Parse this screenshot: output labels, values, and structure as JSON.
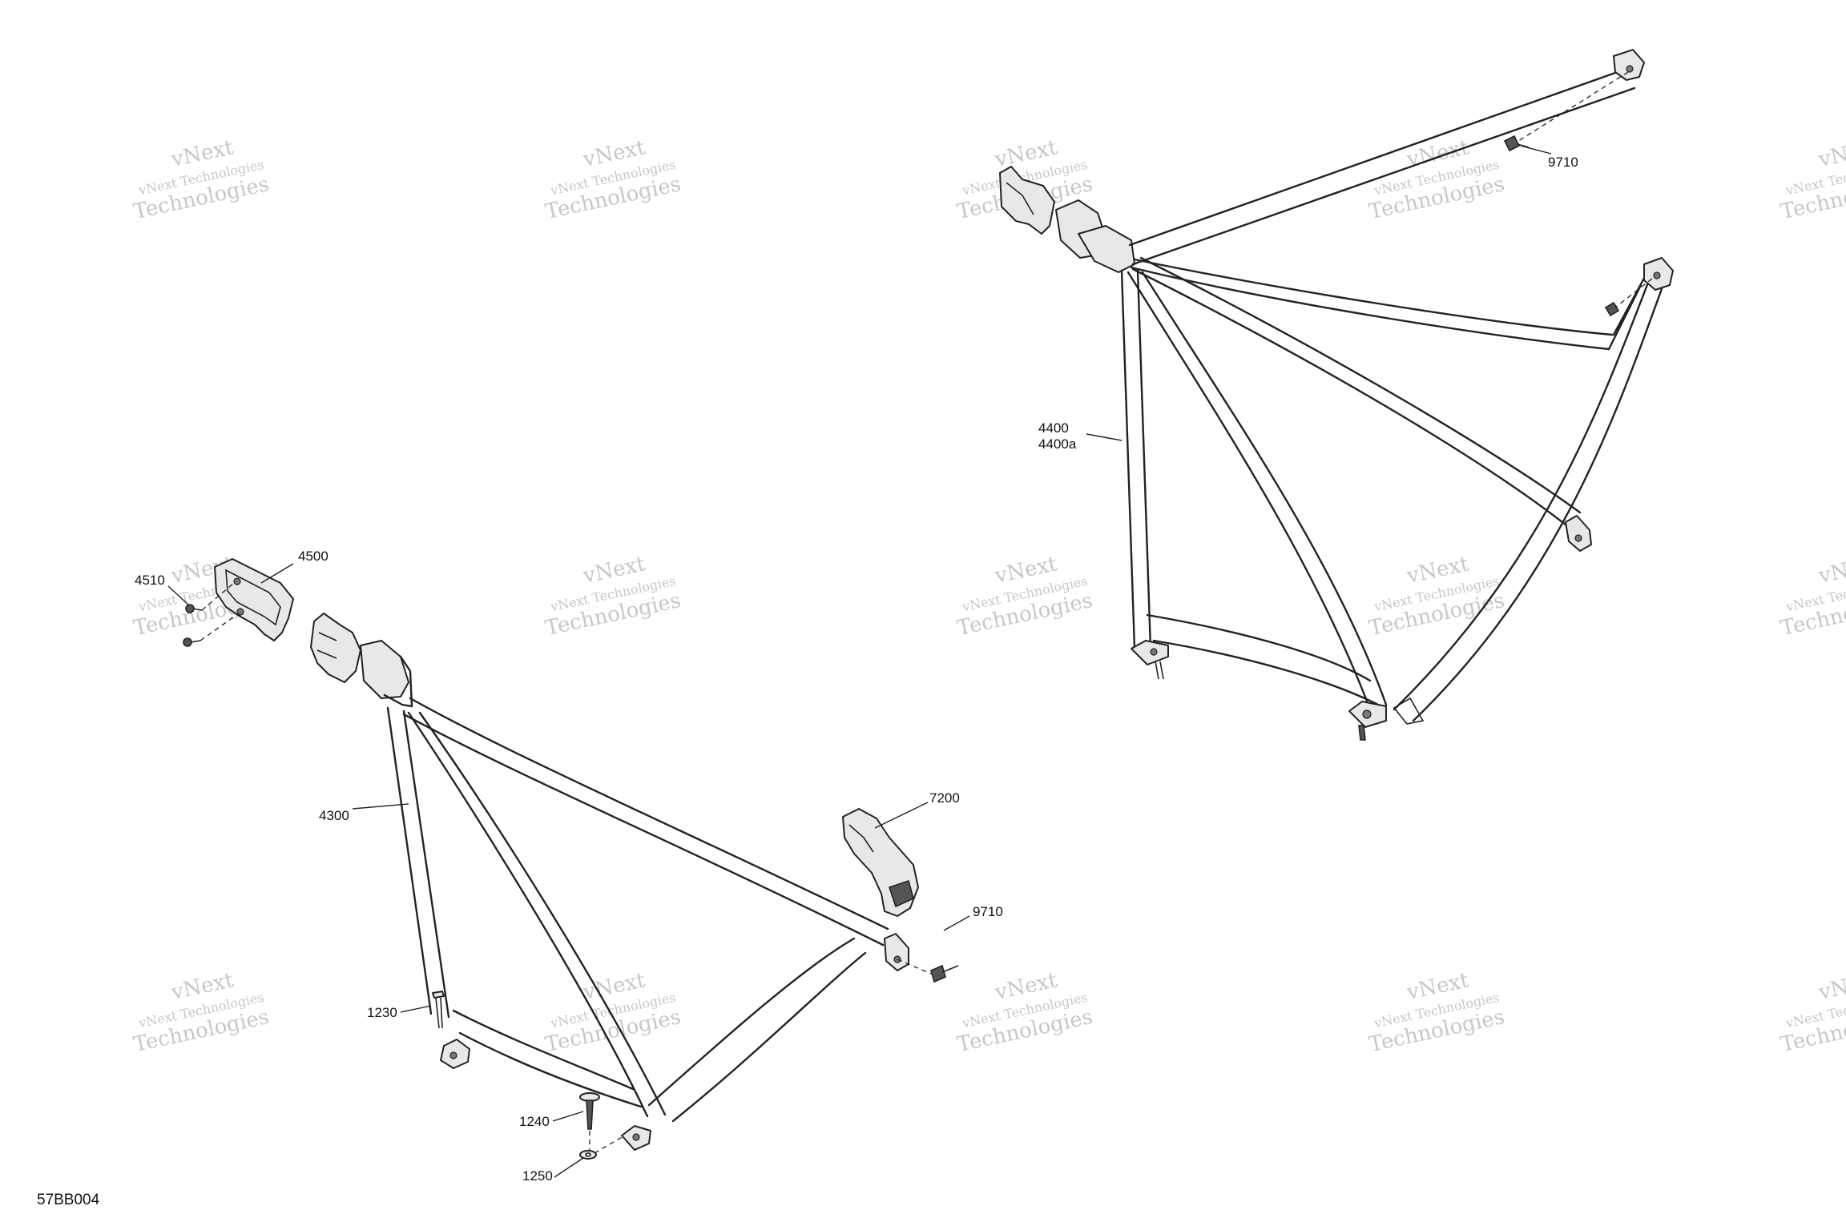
{
  "diagram": {
    "code": "57BB004",
    "callouts": {
      "c4500": "4500",
      "c4510": "4510",
      "c4300": "4300",
      "c7200": "7200",
      "c9710_left": "9710",
      "c1230": "1230",
      "c1240": "1240",
      "c1250": "1250",
      "c9710_right": "9710",
      "c4400": "4400",
      "c4400a": "4400a"
    }
  },
  "watermark": {
    "line1": "vNext",
    "line2": "vNext Technologies",
    "line3": "Technologies"
  }
}
